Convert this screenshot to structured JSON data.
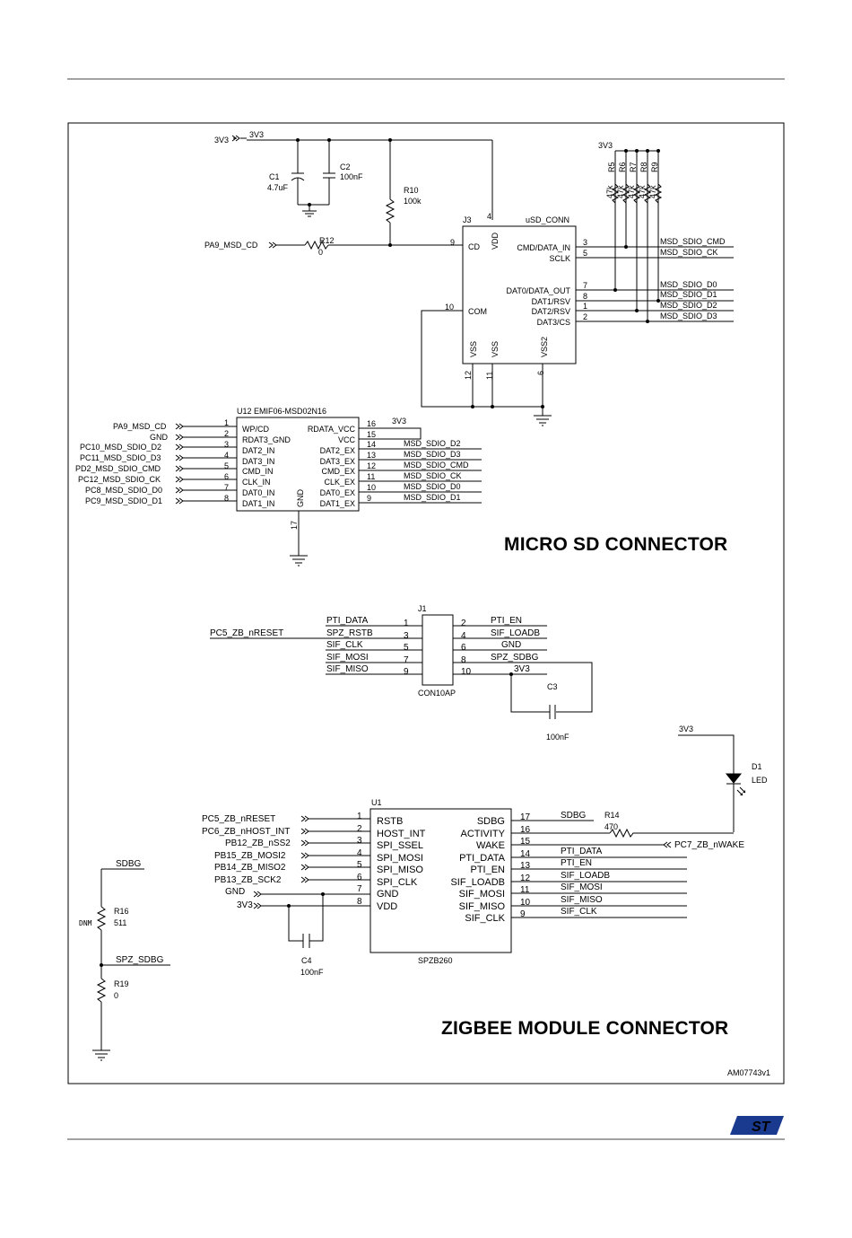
{
  "header": {},
  "labels": {
    "micro_sd_title": "MICRO SD CONNECTOR",
    "zigbee_title": "ZIGBEE MODULE CONNECTOR",
    "figure_id": "AM07743v1",
    "logo": "ST"
  },
  "sd": {
    "net_3v3": "3V3",
    "net_3v3_b": "3V3",
    "c1_ref": "C1",
    "c1_val": "4.7uF",
    "c2_ref": "C2",
    "c2_val": "100nF",
    "r10_ref": "R10",
    "r10_val": "100k",
    "r12_ref": "R12",
    "r12_val": "0",
    "pa9_net": "PA9_MSD_CD",
    "j3_ref": "J3",
    "j3_name": "uSD_CONN",
    "j3_pin_cd": "CD",
    "j3_pin_vdd": "VDD",
    "j3_pin_com": "COM",
    "j3_pin_vss1": "VSS",
    "j3_pin_vss2": "VSS",
    "j3_pin_vss3": "VSS2",
    "j3_right_pins": [
      "CMD/DATA_IN",
      "SCLK",
      "DAT0/DATA_OUT",
      "DAT1/RSV",
      "DAT2/RSV",
      "DAT3/CS"
    ],
    "j3_right_nums": [
      "3",
      "5",
      "7",
      "8",
      "1",
      "2"
    ],
    "j3_num_cd": "9",
    "j3_num_vdd": "4",
    "j3_num_com": "10",
    "j3_num_vss": [
      "12",
      "11",
      "6"
    ],
    "right_nets": [
      "MSD_SDIO_CMD",
      "MSD_SDIO_CK",
      "MSD_SDIO_D0",
      "MSD_SDIO_D1",
      "MSD_SDIO_D2",
      "MSD_SDIO_D3"
    ],
    "pullup_net": "3V3",
    "pullup_refs": [
      "R5",
      "R6",
      "R7",
      "R8",
      "R9"
    ],
    "pullup_vals": [
      "47k",
      "47k",
      "47k",
      "47k",
      "47k"
    ]
  },
  "u12": {
    "ref": "U12",
    "name": "EMIF06-MSD02N16",
    "left_nets": [
      "PA9_MSD_CD",
      "GND",
      "PC10_MSD_SDIO_D2",
      "PC11_MSD_SDIO_D3",
      "PD2_MSD_SDIO_CMD",
      "PC12_MSD_SDIO_CK",
      "PC8_MSD_SDIO_D0",
      "PC9_MSD_SDIO_D1"
    ],
    "left_nums": [
      "1",
      "2",
      "3",
      "4",
      "5",
      "6",
      "7",
      "8"
    ],
    "left_pins": [
      "WP/CD",
      "RDAT3_GND",
      "DAT2_IN",
      "DAT3_IN",
      "CMD_IN",
      "CLK_IN",
      "DAT0_IN",
      "DAT1_IN"
    ],
    "right_pins": [
      "RDATA_VCC",
      "VCC",
      "DAT2_EX",
      "DAT3_EX",
      "CMD_EX",
      "CLK_EX",
      "DAT0_EX",
      "DAT1_EX"
    ],
    "right_nums": [
      "16",
      "15",
      "14",
      "13",
      "12",
      "11",
      "10",
      "9"
    ],
    "right_nets": [
      "3V3",
      "",
      "MSD_SDIO_D2",
      "MSD_SDIO_D3",
      "MSD_SDIO_CMD",
      "MSD_SDIO_CK",
      "MSD_SDIO_D0",
      "MSD_SDIO_D1"
    ],
    "gnd_pin": "GND",
    "gnd_num": "17"
  },
  "j1": {
    "ref": "J1",
    "name": "CON10AP",
    "left_nets": [
      "PTI_DATA",
      "SPZ_RSTB",
      "SIF_CLK",
      "SIF_MOSI",
      "SIF_MISO"
    ],
    "left_nums": [
      "1",
      "3",
      "5",
      "7",
      "9"
    ],
    "right_nums": [
      "2",
      "4",
      "6",
      "8",
      "10"
    ],
    "right_nets": [
      "PTI_EN",
      "SIF_LOADB",
      "GND",
      "SPZ_SDBG",
      "3V3"
    ],
    "reset_net": "PC5_ZB_nRESET",
    "c3_ref": "C3",
    "c3_val": "100nF"
  },
  "led": {
    "net": "3V3",
    "ref": "D1",
    "val": "LED"
  },
  "u1": {
    "ref": "U1",
    "name": "SPZB260",
    "left_nets": [
      "PC5_ZB_nRESET",
      "PC6_ZB_nHOST_INT",
      "PB12_ZB_nSS2",
      "PB15_ZB_MOSI2",
      "PB14_ZB_MISO2",
      "PB13_ZB_SCK2",
      "GND",
      "3V3"
    ],
    "left_nums": [
      "1",
      "2",
      "3",
      "4",
      "5",
      "6",
      "7",
      "8"
    ],
    "left_pins": [
      "RSTB",
      "HOST_INT",
      "SPI_SSEL",
      "SPI_MOSI",
      "SPI_MISO",
      "SPI_CLK",
      "GND",
      "VDD"
    ],
    "right_pins": [
      "SDBG",
      "ACTIVITY",
      "WAKE",
      "PTI_DATA",
      "PTI_EN",
      "SIF_LOADB",
      "SIF_MOSI",
      "SIF_MISO",
      "SIF_CLK"
    ],
    "right_nums": [
      "17",
      "16",
      "15",
      "14",
      "13",
      "12",
      "11",
      "10",
      "9"
    ],
    "right_nets": [
      "SDBG",
      "",
      "",
      "PTI_DATA",
      "PTI_EN",
      "SIF_LOADB",
      "SIF_MOSI",
      "SIF_MISO",
      "SIF_CLK"
    ],
    "r14_ref": "R14",
    "r14_val": "470",
    "wake_net": "PC7_ZB_nWAKE",
    "c4_ref": "C4",
    "c4_val": "100nF"
  },
  "sdbg": {
    "net_top": "SDBG",
    "r16_ref": "R16",
    "r16_val": "511",
    "dnm": "DNM",
    "net_mid": "SPZ_SDBG",
    "r19_ref": "R19",
    "r19_val": "0"
  },
  "colors": {
    "ink": "#000000",
    "rule": "#444444",
    "background": "#ffffff"
  }
}
